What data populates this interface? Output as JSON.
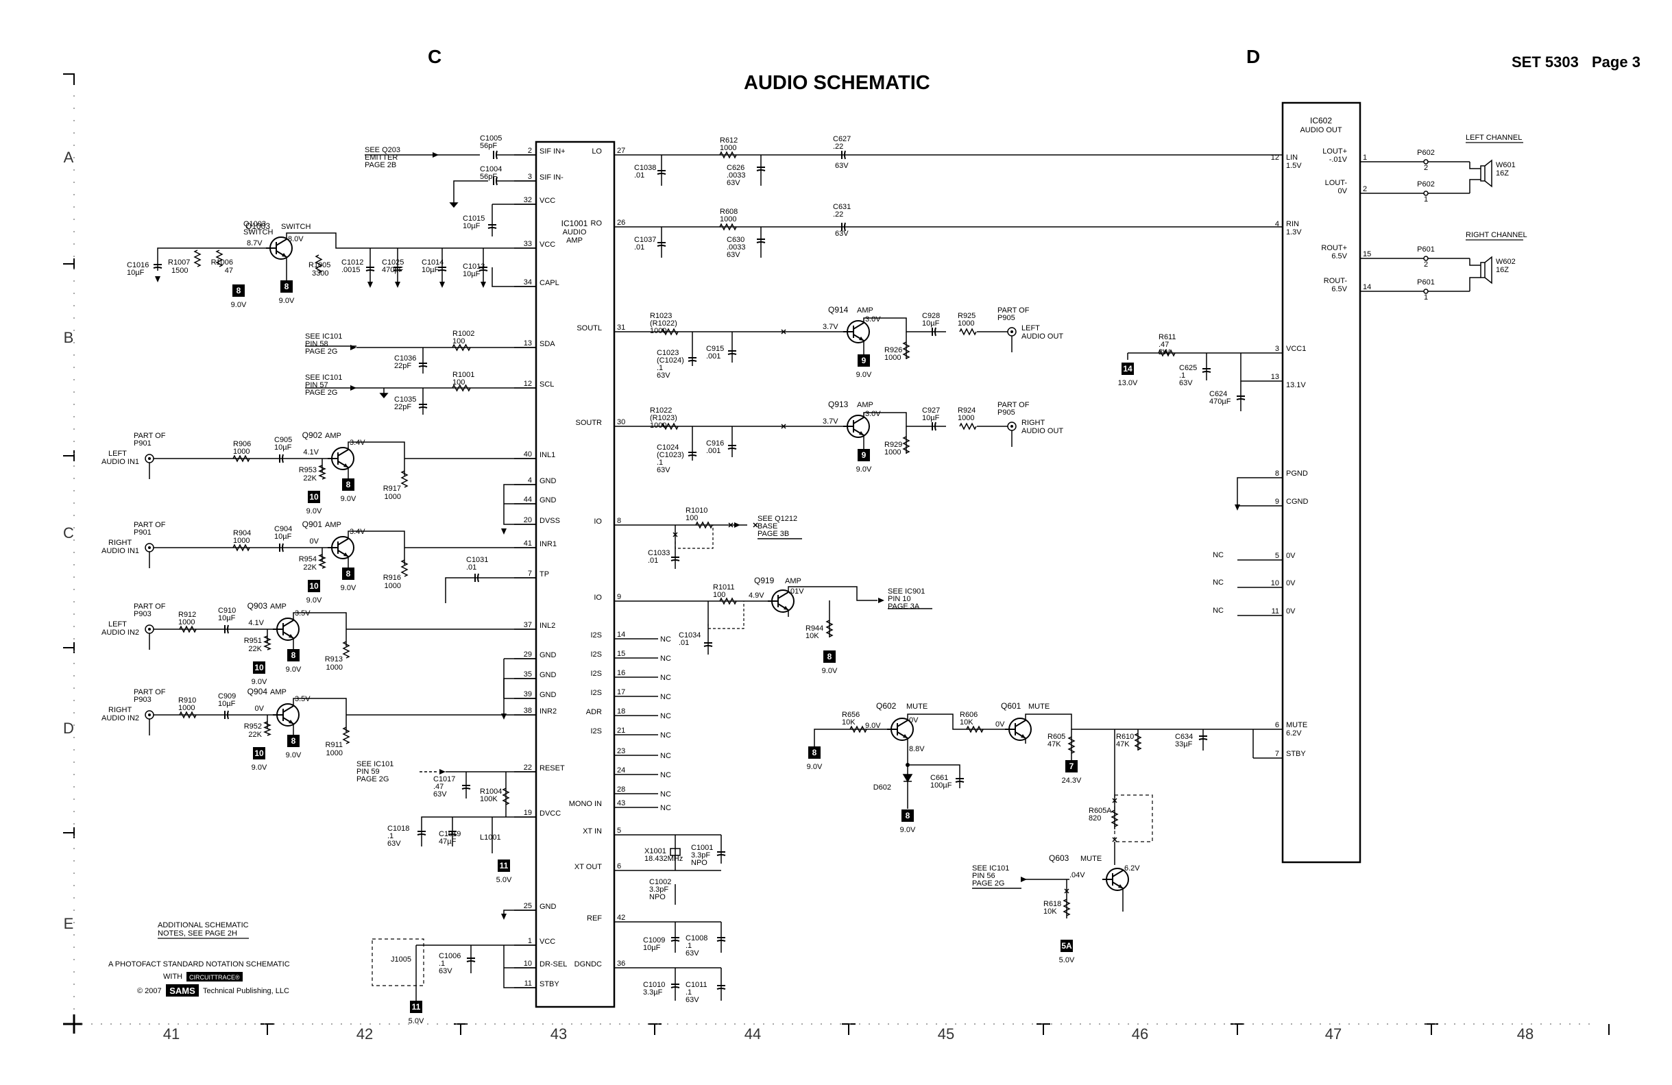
{
  "header": {
    "col_left": "C",
    "col_right": "D",
    "title": "AUDIO SCHEMATIC",
    "set": "SET 5303",
    "page": "Page 3"
  },
  "grid": {
    "rows": [
      "A",
      "B",
      "C",
      "D",
      "E"
    ],
    "cols": [
      "41",
      "42",
      "43",
      "44",
      "45",
      "46",
      "47",
      "48"
    ]
  },
  "footer": {
    "note1": "ADDITIONAL SCHEMATIC",
    "note2": "NOTES, SEE PAGE 2H",
    "photofact": "A PHOTOFACT STANDARD NOTATION SCHEMATIC",
    "with": "WITH",
    "circuittrace": "CIRCUITTRACE®",
    "copyright": "© 2007",
    "sams": "SAMS",
    "publisher": "Technical Publishing, LLC"
  },
  "ic1001": {
    "name": "IC1001",
    "l1": "AUDIO",
    "l2": "AMP",
    "left_pins": [
      {
        "n": "2",
        "l": "SIF IN+"
      },
      {
        "n": "3",
        "l": "SIF IN-"
      },
      {
        "n": "32",
        "l": "VCC"
      },
      {
        "n": "33",
        "l": "VCC"
      },
      {
        "n": "34",
        "l": "CAPL"
      },
      {
        "n": "13",
        "l": "SDA"
      },
      {
        "n": "12",
        "l": "SCL"
      },
      {
        "n": "40",
        "l": "INL1"
      },
      {
        "n": "4",
        "l": "GND"
      },
      {
        "n": "44",
        "l": "GND"
      },
      {
        "n": "20",
        "l": "DVSS"
      },
      {
        "n": "41",
        "l": "INR1"
      },
      {
        "n": "7",
        "l": "TP"
      },
      {
        "n": "37",
        "l": "INL2"
      },
      {
        "n": "29",
        "l": "GND"
      },
      {
        "n": "35",
        "l": "GND"
      },
      {
        "n": "39",
        "l": "GND"
      },
      {
        "n": "38",
        "l": "INR2"
      },
      {
        "n": "22",
        "l": "RESET"
      },
      {
        "n": "19",
        "l": "DVCC"
      },
      {
        "n": "25",
        "l": "GND"
      },
      {
        "n": "1",
        "l": "VCC"
      },
      {
        "n": "10",
        "l": "DR-SEL"
      },
      {
        "n": "11",
        "l": "STBY"
      }
    ],
    "right_pins": [
      {
        "n": "27",
        "l": "LO"
      },
      {
        "n": "26",
        "l": "RO"
      },
      {
        "n": "31",
        "l": "SOUTL"
      },
      {
        "n": "30",
        "l": "SOUTR"
      },
      {
        "n": "8",
        "l": "IO"
      },
      {
        "n": "9",
        "l": "IO"
      },
      {
        "n": "14",
        "l": "I2S"
      },
      {
        "n": "15",
        "l": "I2S"
      },
      {
        "n": "16",
        "l": "I2S"
      },
      {
        "n": "17",
        "l": "I2S"
      },
      {
        "n": "18",
        "l": "ADR"
      },
      {
        "n": "21",
        "l": "I2S"
      },
      {
        "n": "23",
        "l": ""
      },
      {
        "n": "24",
        "l": ""
      },
      {
        "n": "28",
        "l": ""
      },
      {
        "n": "43",
        "l": "MONO IN"
      },
      {
        "n": "5",
        "l": "XT IN"
      },
      {
        "n": "6",
        "l": "XT OUT"
      },
      {
        "n": "42",
        "l": "REF"
      },
      {
        "n": "36",
        "l": "DGNDC"
      }
    ]
  },
  "ic602": {
    "name": "IC602",
    "l1": "AUDIO OUT",
    "left_pins": [
      {
        "n": "12",
        "l": "LIN",
        "v": "1.5V"
      },
      {
        "n": "4",
        "l": "RIN",
        "v": "1.3V"
      },
      {
        "n": "3",
        "l": "VCC1",
        "v": ""
      },
      {
        "n": "13",
        "l": "",
        "v": "13.1V"
      },
      {
        "n": "8",
        "l": "PGND",
        "v": ""
      },
      {
        "n": "9",
        "l": "CGND",
        "v": ""
      },
      {
        "n": "5",
        "l": "0V",
        "v": ""
      },
      {
        "n": "10",
        "l": "0V",
        "v": ""
      },
      {
        "n": "11",
        "l": "0V",
        "v": ""
      },
      {
        "n": "6",
        "l": "MUTE",
        "v": "6.2V"
      },
      {
        "n": "7",
        "l": "STBY",
        "v": ""
      }
    ],
    "right_pins": [
      {
        "n": "1",
        "l": "LOUT+",
        "v": "-.01V"
      },
      {
        "n": "2",
        "l": "LOUT-",
        "v": "0V"
      },
      {
        "n": "15",
        "l": "ROUT+",
        "v": "6.5V"
      },
      {
        "n": "14",
        "l": "ROUT-",
        "v": "6.5V"
      }
    ]
  },
  "components": {
    "c1005": [
      "C1005",
      "56pF"
    ],
    "c1004": [
      "C1004",
      "56pF"
    ],
    "see_q203": [
      "SEE Q203",
      "EMITTER",
      "PAGE 2B"
    ],
    "q1003": [
      "Q1003",
      "SWITCH",
      "8.7V",
      "8.0V"
    ],
    "c1016": [
      "C1016",
      "10µF"
    ],
    "r1007": [
      "R1007",
      "1500"
    ],
    "r1006": [
      "R1006",
      "47"
    ],
    "r1005": [
      "R1005",
      "3300"
    ],
    "c1012": [
      "C1012",
      ".0015"
    ],
    "c1025": [
      "C1025",
      "470pF"
    ],
    "c1014": [
      "C1014",
      "10µF"
    ],
    "c1013": [
      "C1013",
      "10µF"
    ],
    "c1015": [
      "C1015",
      "10µF"
    ],
    "b8a": [
      "8",
      "9.0V"
    ],
    "b8b": [
      "8",
      "9.0V"
    ],
    "see_p58": [
      "SEE IC101",
      "PIN 58",
      "PAGE 2G"
    ],
    "see_p57": [
      "SEE IC101",
      "PIN 57",
      "PAGE 2G"
    ],
    "r1002": [
      "R1002",
      "100"
    ],
    "r1001": [
      "R1001",
      "100"
    ],
    "c1036": [
      "C1036",
      "22pF"
    ],
    "c1035": [
      "C1035",
      "22pF"
    ],
    "p901a": [
      "PART OF",
      "P901",
      "LEFT",
      "AUDIO IN1"
    ],
    "p901b": [
      "PART OF",
      "P901",
      "RIGHT",
      "AUDIO IN1"
    ],
    "p903a": [
      "PART OF",
      "P903",
      "LEFT",
      "AUDIO IN2"
    ],
    "p903b": [
      "PART OF",
      "P903",
      "RIGHT",
      "AUDIO IN2"
    ],
    "r906": [
      "R906",
      "1000"
    ],
    "c905": [
      "C905",
      "10µF"
    ],
    "q902": [
      "Q902",
      "AMP",
      "4.1V",
      "3.4V"
    ],
    "r953": [
      "R953",
      "22K"
    ],
    "b10a": [
      "10",
      "9.0V"
    ],
    "b8c": [
      "8",
      "9.0V"
    ],
    "r917": [
      "R917",
      "1000"
    ],
    "r904": [
      "R904",
      "1000"
    ],
    "c904": [
      "C904",
      "10µF"
    ],
    "q901": [
      "Q901",
      "AMP",
      "0V",
      "3.4V"
    ],
    "r954": [
      "R954",
      "22K"
    ],
    "b10b": [
      "10",
      "9.0V"
    ],
    "b8d": [
      "8",
      "9.0V"
    ],
    "r916": [
      "R916",
      "1000"
    ],
    "c1031": [
      "C1031",
      ".01"
    ],
    "r912": [
      "R912",
      "1000"
    ],
    "c910": [
      "C910",
      "10µF"
    ],
    "q903": [
      "Q903",
      "AMP",
      "4.1V",
      "3.5V"
    ],
    "r951": [
      "R951",
      "22K"
    ],
    "b10c": [
      "10",
      "9.0V"
    ],
    "b8e": [
      "8",
      "9.0V"
    ],
    "r913": [
      "R913",
      "1000"
    ],
    "r910": [
      "R910",
      "1000"
    ],
    "c909": [
      "C909",
      "10µF"
    ],
    "q904": [
      "Q904",
      "AMP",
      "0V",
      "3.5V"
    ],
    "r952": [
      "R952",
      "22K"
    ],
    "b10d": [
      "10",
      "9.0V"
    ],
    "b8f": [
      "8",
      "9.0V"
    ],
    "r911": [
      "R911",
      "1000"
    ],
    "see_p59": [
      "SEE IC101",
      "PIN 59",
      "PAGE 2G"
    ],
    "c1017": [
      "C1017",
      ".47",
      "63V"
    ],
    "r1004": [
      "R1004",
      "100K"
    ],
    "c1018": [
      "C1018",
      ".1",
      "63V"
    ],
    "c1019": [
      "C1019",
      "47µF"
    ],
    "l1001": [
      "L1001"
    ],
    "b11a": [
      "11",
      "5.0V"
    ],
    "j1005": [
      "J1005"
    ],
    "c1006": [
      "C1006",
      ".1",
      "63V"
    ],
    "b11b": [
      "11",
      "5.0V"
    ],
    "r612": [
      "R612",
      "1000"
    ],
    "c627": [
      "C627",
      ".22",
      "63V"
    ],
    "c1038": [
      "C1038",
      ".01"
    ],
    "c626": [
      "C626",
      ".0033",
      "63V"
    ],
    "r608": [
      "R608",
      "1000"
    ],
    "c631": [
      "C631",
      ".22",
      "63V"
    ],
    "c1037": [
      "C1037",
      ".01"
    ],
    "c630": [
      "C630",
      ".0033",
      "63V"
    ],
    "r1023": [
      "R1023",
      "(R1022)",
      "1000"
    ],
    "c1023": [
      "C1023",
      "(C1024)",
      ".1",
      "63V"
    ],
    "c915": [
      "C915",
      ".001"
    ],
    "q914": [
      "Q914",
      "AMP",
      "3.7V",
      "3.0V"
    ],
    "b9a": [
      "9",
      "9.0V"
    ],
    "r926": [
      "R926",
      "1000"
    ],
    "c928": [
      "C928",
      "10µF"
    ],
    "r925": [
      "R925",
      "1000"
    ],
    "p905a": [
      "PART OF",
      "P905",
      "LEFT",
      "AUDIO OUT"
    ],
    "r1022": [
      "R1022",
      "(R1023)",
      "1000"
    ],
    "c1024": [
      "C1024",
      "(C1023)",
      ".1",
      "63V"
    ],
    "c916": [
      "C916",
      ".001"
    ],
    "q913": [
      "Q913",
      "AMP",
      "3.7V",
      "3.0V"
    ],
    "b9b": [
      "9",
      "9.0V"
    ],
    "r929": [
      "R929",
      "1000"
    ],
    "c927": [
      "C927",
      "10µF"
    ],
    "r924": [
      "R924",
      "1000"
    ],
    "p905b": [
      "PART OF",
      "P905",
      "RIGHT",
      "AUDIO OUT"
    ],
    "r1010": [
      "R1010",
      "100"
    ],
    "see_q1212": [
      "SEE Q1212",
      "BASE",
      "PAGE 3B"
    ],
    "c1033": [
      "C1033",
      ".01"
    ],
    "r1011": [
      "R1011",
      "100"
    ],
    "q919": [
      "Q919",
      "AMP",
      "4.9V",
      ".01V"
    ],
    "see_p10": [
      "SEE IC901",
      "PIN 10",
      "PAGE 3A"
    ],
    "c1034": [
      "C1034",
      ".01"
    ],
    "r944": [
      "R944",
      "10K"
    ],
    "b8g": [
      "8",
      "9.0V"
    ],
    "x1001": [
      "X1001",
      "18.432MHz"
    ],
    "c1001": [
      "C1001",
      "3.3pF",
      "NPO"
    ],
    "c1002": [
      "C1002",
      "3.3pF",
      "NPO"
    ],
    "c1009": [
      "C1009",
      "10µF"
    ],
    "c1008": [
      "C1008",
      ".1",
      "63V"
    ],
    "c1010": [
      "C1010",
      "3.3µF"
    ],
    "c1011": [
      "C1011",
      ".1",
      "63V"
    ],
    "nc": "NC",
    "q602": [
      "Q602",
      "MUTE",
      "9.0V",
      "0V",
      "8.8V"
    ],
    "r656": [
      "R656",
      "10K"
    ],
    "b8h": [
      "8",
      "9.0V"
    ],
    "d602": [
      "D602"
    ],
    "b8i": [
      "8",
      "9.0V"
    ],
    "c661": [
      "C661",
      "100µF"
    ],
    "r606": [
      "R606",
      "10K"
    ],
    "q601": [
      "Q601",
      "MUTE",
      "0V"
    ],
    "r605": [
      "R605",
      "47K"
    ],
    "b7": [
      "7",
      "24.3V"
    ],
    "r610": [
      "R610",
      "47K"
    ],
    "c634": [
      "C634",
      "33µF"
    ],
    "r605a": [
      "R605A",
      "820"
    ],
    "see_p56": [
      "SEE IC101",
      "PIN 56",
      "PAGE 2G"
    ],
    "q603": [
      "Q603",
      "MUTE",
      ".04V",
      "6.2V"
    ],
    "r618": [
      "R618",
      "10K"
    ],
    "b5a": [
      "5A",
      "5.0V"
    ],
    "r611": [
      "R611",
      ".47",
      "2W"
    ],
    "b14": [
      "14",
      "13.0V"
    ],
    "c625": [
      "C625",
      ".1",
      "63V"
    ],
    "c624": [
      "C624",
      "470µF"
    ],
    "p602a": [
      "P602",
      "2"
    ],
    "p602b": [
      "P602",
      "1"
    ],
    "p601a": [
      "P601",
      "2"
    ],
    "p601b": [
      "P601",
      "1"
    ],
    "w601": [
      "W601",
      "16Z"
    ],
    "w602": [
      "W602",
      "16Z"
    ],
    "left_channel": "LEFT CHANNEL",
    "right_channel": "RIGHT CHANNEL"
  }
}
